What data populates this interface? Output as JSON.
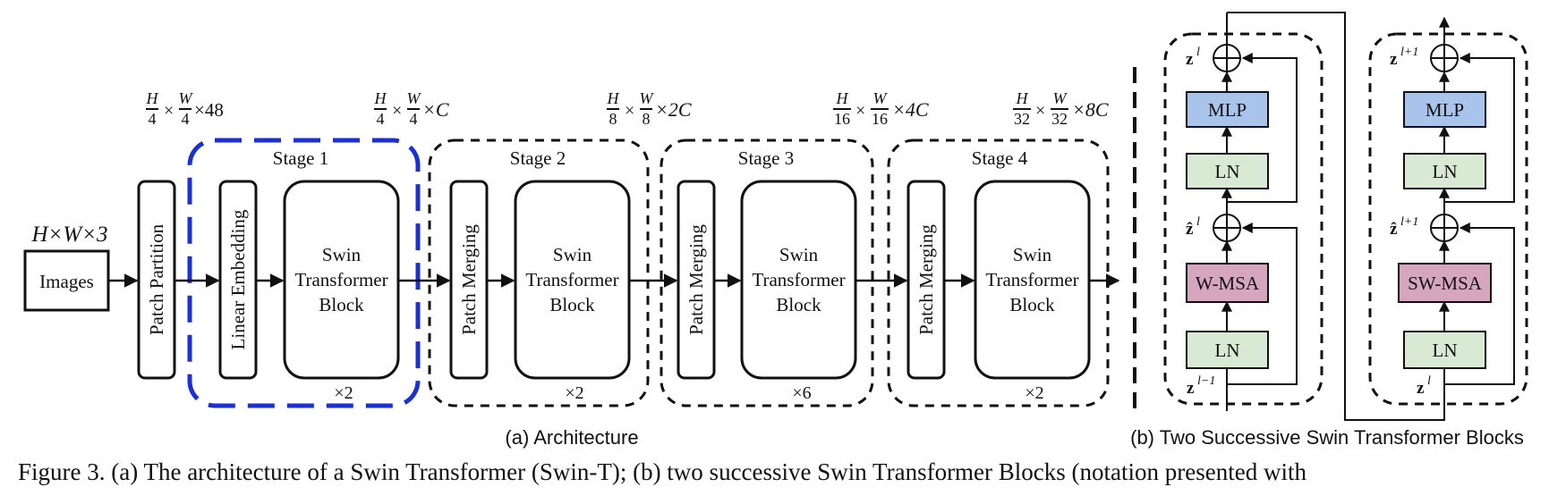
{
  "input": {
    "dims": "H×W×3",
    "label": "Images"
  },
  "patch_partition": "Patch Partition",
  "dim_labels": {
    "d0": {
      "a_num": "H",
      "a_den": "4",
      "b_num": "W",
      "b_den": "4",
      "rest": "×48"
    },
    "d1": {
      "a_num": "H",
      "a_den": "4",
      "b_num": "W",
      "b_den": "4",
      "rest": "×C"
    },
    "d2": {
      "a_num": "H",
      "a_den": "8",
      "b_num": "W",
      "b_den": "8",
      "rest": "×2C"
    },
    "d3": {
      "a_num": "H",
      "a_den": "16",
      "b_num": "W",
      "b_den": "16",
      "rest": "×4C"
    },
    "d4": {
      "a_num": "H",
      "a_den": "32",
      "b_num": "W",
      "b_den": "32",
      "rest": "×8C"
    }
  },
  "stages": [
    {
      "title": "Stage 1",
      "first_block": "Linear Embedding",
      "block_line1": "Swin",
      "block_line2": "Transformer",
      "block_line3": "Block",
      "repeat": "×2"
    },
    {
      "title": "Stage 2",
      "first_block": "Patch Merging",
      "block_line1": "Swin",
      "block_line2": "Transformer",
      "block_line3": "Block",
      "repeat": "×2"
    },
    {
      "title": "Stage 3",
      "first_block": "Patch Merging",
      "block_line1": "Swin",
      "block_line2": "Transformer",
      "block_line3": "Block",
      "repeat": "×6"
    },
    {
      "title": "Stage 4",
      "first_block": "Patch Merging",
      "block_line1": "Swin",
      "block_line2": "Transformer",
      "block_line3": "Block",
      "repeat": "×2"
    }
  ],
  "subcaption_a": "(a) Architecture",
  "subcaption_b": "(b) Two Successive Swin Transformer Blocks",
  "block1": {
    "mlp": "MLP",
    "ln_top": "LN",
    "attn": "W-MSA",
    "ln_bottom": "LN",
    "z_out": "z",
    "z_out_sup": "l",
    "zhat": "ẑ",
    "zhat_sup": "l",
    "z_in": "z",
    "z_in_sup": "l−1"
  },
  "block2": {
    "mlp": "MLP",
    "ln_top": "LN",
    "attn": "SW-MSA",
    "ln_bottom": "LN",
    "z_out": "z",
    "z_out_sup": "l+1",
    "zhat": "ẑ",
    "zhat_sup": "l+1",
    "z_in": "z",
    "z_in_sup": "l"
  },
  "colors": {
    "mlp": "#a9c4ea",
    "ln": "#d8ead3",
    "attn": "#d5a6bd",
    "highlight": "#1a2fd6"
  },
  "caption": "Figure 3. (a) The architecture of a Swin Transformer (Swin-T); (b) two successive Swin Transformer Blocks (notation presented with"
}
